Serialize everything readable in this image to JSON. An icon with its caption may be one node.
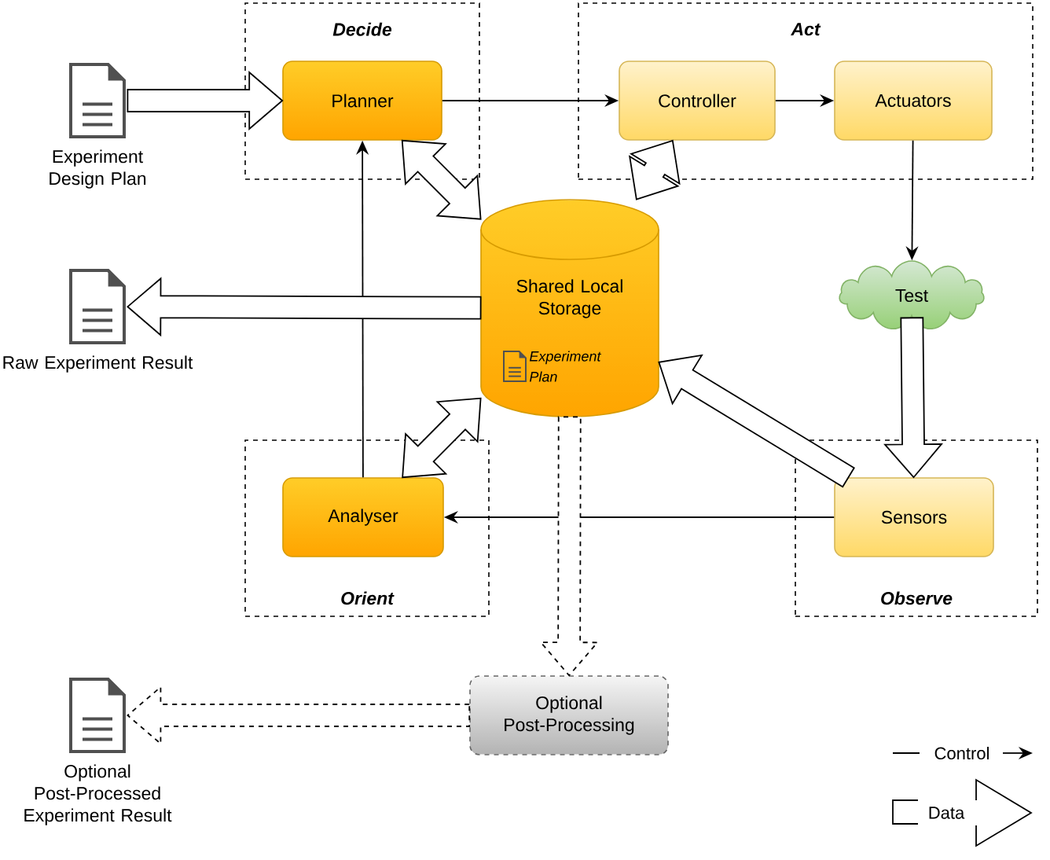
{
  "diagram": {
    "nodes": [
      {
        "text": [
          "Decide"
        ]
      },
      {
        "text": [
          "Planner"
        ],
        "in": 0
      },
      {
        "text": [
          "Act"
        ]
      },
      {
        "text": [
          "Controller"
        ],
        "in": 2
      },
      {
        "text": [
          "Actuators"
        ],
        "in": 2
      },
      {
        "text": [
          "Orient"
        ]
      },
      {
        "text": [
          "Analyser"
        ],
        "in": 5
      },
      {
        "text": [
          "Observe"
        ]
      },
      {
        "text": [
          "Sensors"
        ],
        "in": 7
      },
      {
        "text": [
          "Shared Local Storage",
          "Experiment Plan"
        ]
      },
      {
        "text": [
          "Test"
        ]
      },
      {
        "text": [
          "Experiment Design Plan"
        ]
      },
      {
        "text": [
          "Raw Experiment Result"
        ]
      },
      {
        "text": [
          "Optional Post-Processing"
        ]
      },
      {
        "text": [
          "Optional Post-Processed Experiment Result"
        ]
      }
    ],
    "edges": [
      {
        "from": 1,
        "to": 3,
        "arrow": "to"
      },
      {
        "from": 3,
        "to": 4,
        "arrow": "to"
      },
      {
        "from": 4,
        "to": 10,
        "arrow": "to"
      },
      {
        "from": 8,
        "to": 6,
        "arrow": "to"
      },
      {
        "from": 6,
        "to": 1,
        "arrow": "to"
      },
      {
        "from": 11,
        "to": 1,
        "arrow": "to",
        "style": "thick"
      },
      {
        "from": 9,
        "to": 12,
        "arrow": "to",
        "style": "thick"
      },
      {
        "from": 1,
        "to": 9,
        "arrow": "both",
        "style": "thick"
      },
      {
        "from": 3,
        "to": 9,
        "arrow": "both",
        "style": "thick"
      },
      {
        "from": 6,
        "to": 9,
        "arrow": "both",
        "style": "thick"
      },
      {
        "from": 8,
        "to": 9,
        "arrow": "to",
        "style": "thick"
      },
      {
        "from": 10,
        "to": 8,
        "arrow": "to",
        "style": "thick"
      },
      {
        "from": 9,
        "to": 13,
        "arrow": "to",
        "style": "dashed"
      },
      {
        "from": 13,
        "to": 14,
        "arrow": "to",
        "style": "dashed"
      }
    ],
    "legend": [
      {
        "text": "Control"
      },
      {
        "text": "Data"
      }
    ]
  }
}
